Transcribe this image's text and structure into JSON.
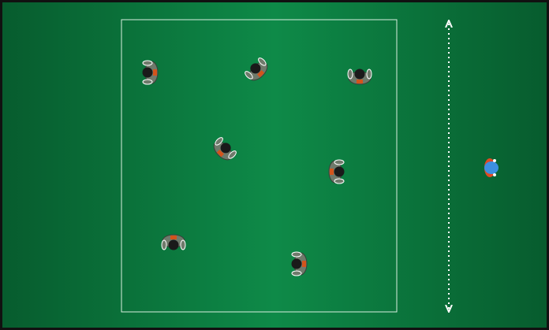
{
  "diagram": {
    "colors": {
      "frame": "#111111",
      "grass_center": "#0e8a48",
      "grass_edge": "#075c2e",
      "lines": "#d9efe0",
      "arrow": "#ffffff",
      "team_a_body": "#6f7a6b",
      "team_a_head": "#1a1a1a",
      "team_a_accent": "#d3541c",
      "team_b_body": "#3d8fe0",
      "team_b_accent": "#e04a24"
    },
    "area": {
      "type": "rectangle-zone"
    },
    "arrow": {
      "type": "double-headed",
      "style": "dotted",
      "orientation": "vertical"
    },
    "players": [
      {
        "id": "p1",
        "team": "a",
        "facing": "left"
      },
      {
        "id": "p2",
        "team": "a",
        "facing": "up-left"
      },
      {
        "id": "p3",
        "team": "a",
        "facing": "up"
      },
      {
        "id": "p4",
        "team": "a",
        "facing": "up-right"
      },
      {
        "id": "p5",
        "team": "a",
        "facing": "right"
      },
      {
        "id": "p6",
        "team": "a",
        "facing": "down"
      },
      {
        "id": "p7",
        "team": "a",
        "facing": "left"
      },
      {
        "id": "p8",
        "team": "b",
        "facing": "right"
      }
    ]
  }
}
